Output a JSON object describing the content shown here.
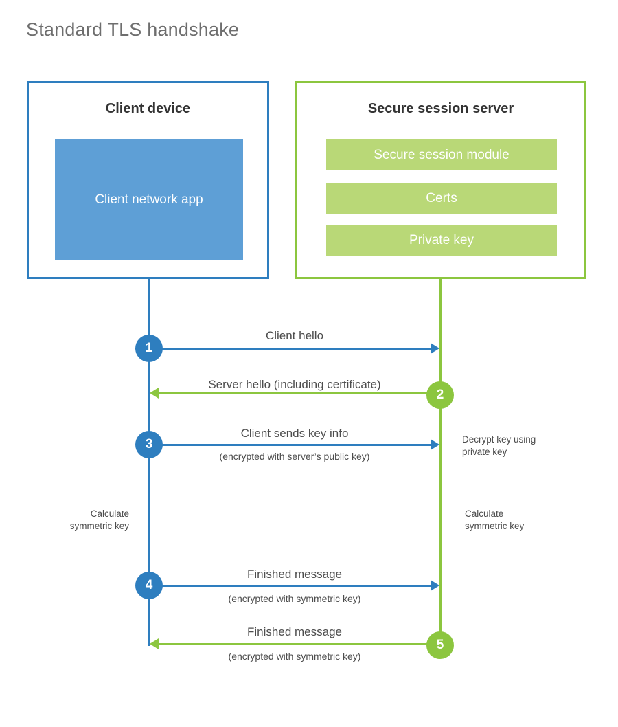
{
  "title": "Standard TLS handshake",
  "colors": {
    "client_accent": "#2E7EBF",
    "client_fill": "#5E9FD6",
    "server_accent": "#8CC63F",
    "server_fill": "#B9D877",
    "title_text": "#6e6e6e",
    "body_text": "#4d4d4d",
    "heading_text": "#333333"
  },
  "client": {
    "title": "Client device",
    "app_block": "Client network app"
  },
  "server": {
    "title": "Secure session server",
    "blocks": [
      "Secure session module",
      "Certs",
      "Private key"
    ]
  },
  "steps": [
    {
      "number": "1",
      "side": "client",
      "direction": "to-server",
      "label": "Client hello",
      "sublabel": ""
    },
    {
      "number": "2",
      "side": "server",
      "direction": "to-client",
      "label": "Server hello (including certificate)",
      "sublabel": ""
    },
    {
      "number": "3",
      "side": "client",
      "direction": "to-server",
      "label": "Client sends key info",
      "sublabel": "(encrypted with server’s public key)"
    },
    {
      "number": "4",
      "side": "client",
      "direction": "to-server",
      "label": "Finished message",
      "sublabel": "(encrypted with symmetric key)"
    },
    {
      "number": "5",
      "side": "server",
      "direction": "to-client",
      "label": "Finished message",
      "sublabel": "(encrypted with symmetric key)"
    }
  ],
  "notes": {
    "decrypt_key": "Decrypt key using\nprivate key",
    "client_calculate": "Calculate\nsymmetric key",
    "server_calculate": "Calculate\nsymmetric key"
  }
}
